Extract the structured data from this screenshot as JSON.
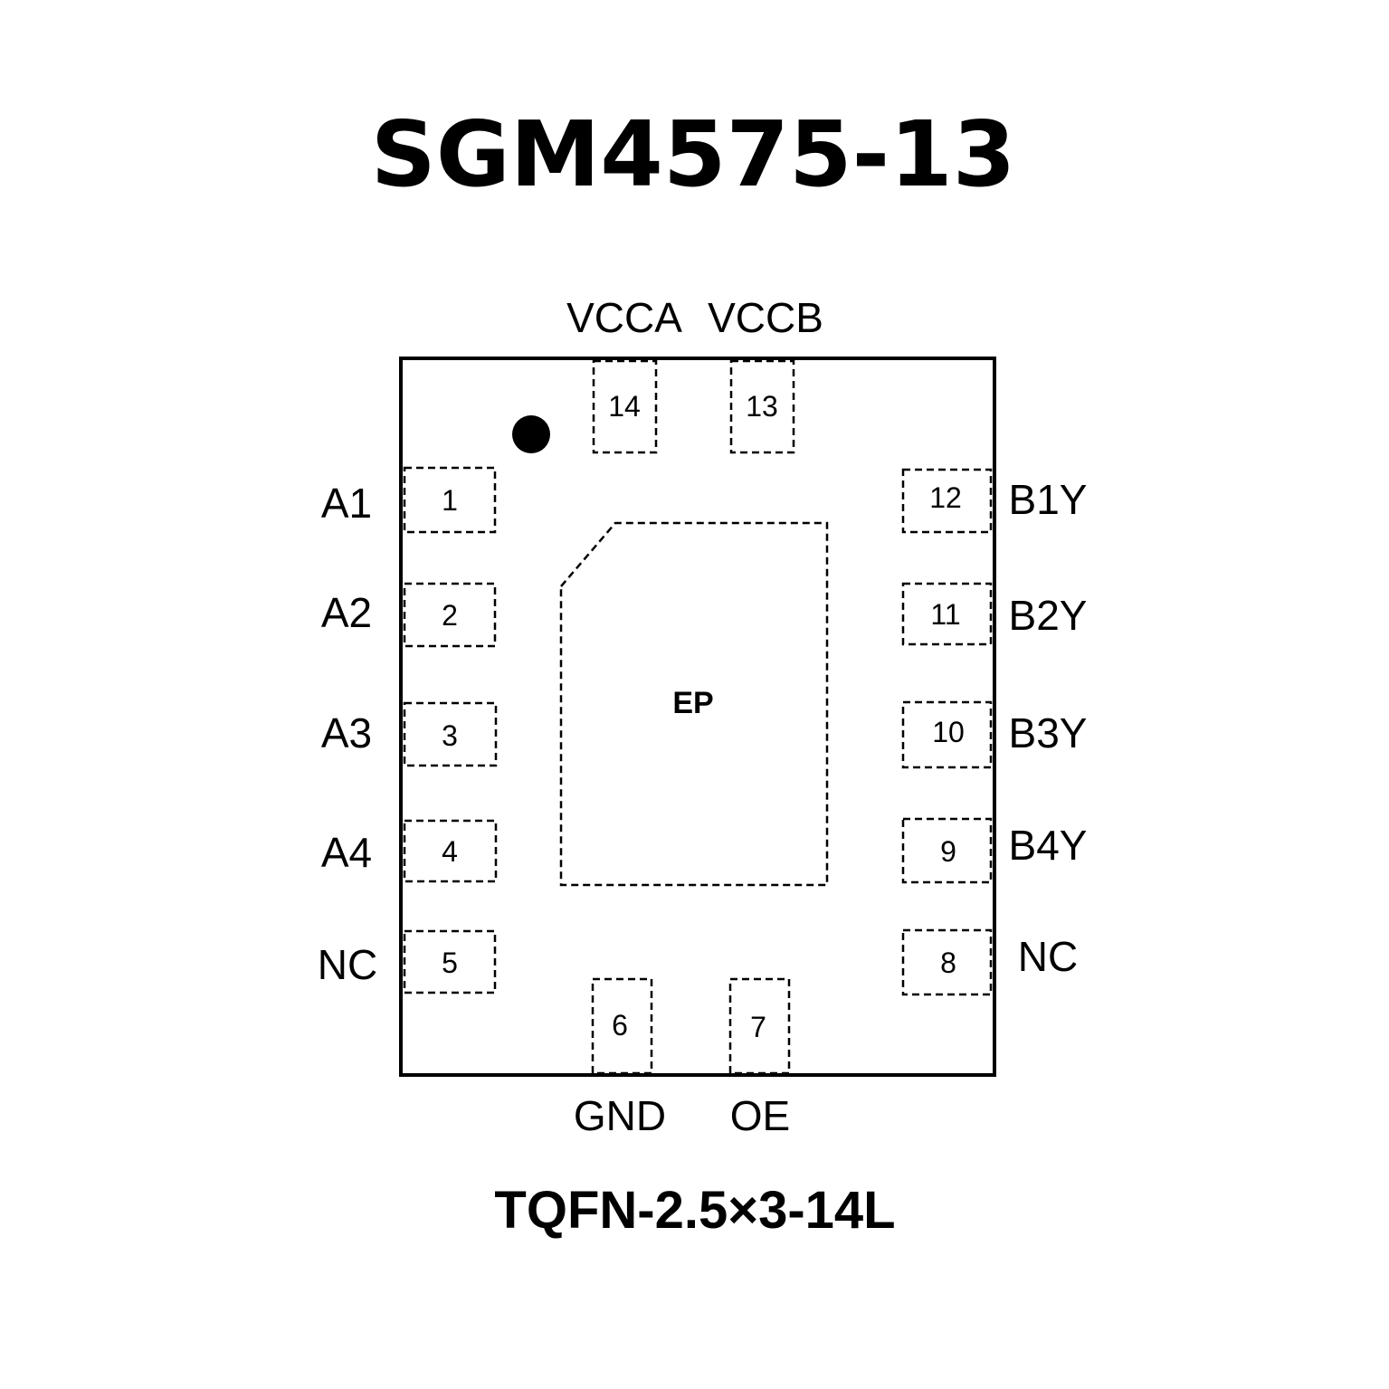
{
  "title": "SGM4575-13",
  "package": "TQFN-2.5×3-14L",
  "exposed_pad": "EP",
  "pins": {
    "p1": {
      "num": "1",
      "name": "A1"
    },
    "p2": {
      "num": "2",
      "name": "A2"
    },
    "p3": {
      "num": "3",
      "name": "A3"
    },
    "p4": {
      "num": "4",
      "name": "A4"
    },
    "p5": {
      "num": "5",
      "name": "NC"
    },
    "p6": {
      "num": "6",
      "name": "GND"
    },
    "p7": {
      "num": "7",
      "name": "OE"
    },
    "p8": {
      "num": "8",
      "name": "NC"
    },
    "p9": {
      "num": "9",
      "name": "B4Y"
    },
    "p10": {
      "num": "10",
      "name": "B3Y"
    },
    "p11": {
      "num": "11",
      "name": "B2Y"
    },
    "p12": {
      "num": "12",
      "name": "B1Y"
    },
    "p13": {
      "num": "13",
      "name": "VCCB"
    },
    "p14": {
      "num": "14",
      "name": "VCCA"
    }
  }
}
